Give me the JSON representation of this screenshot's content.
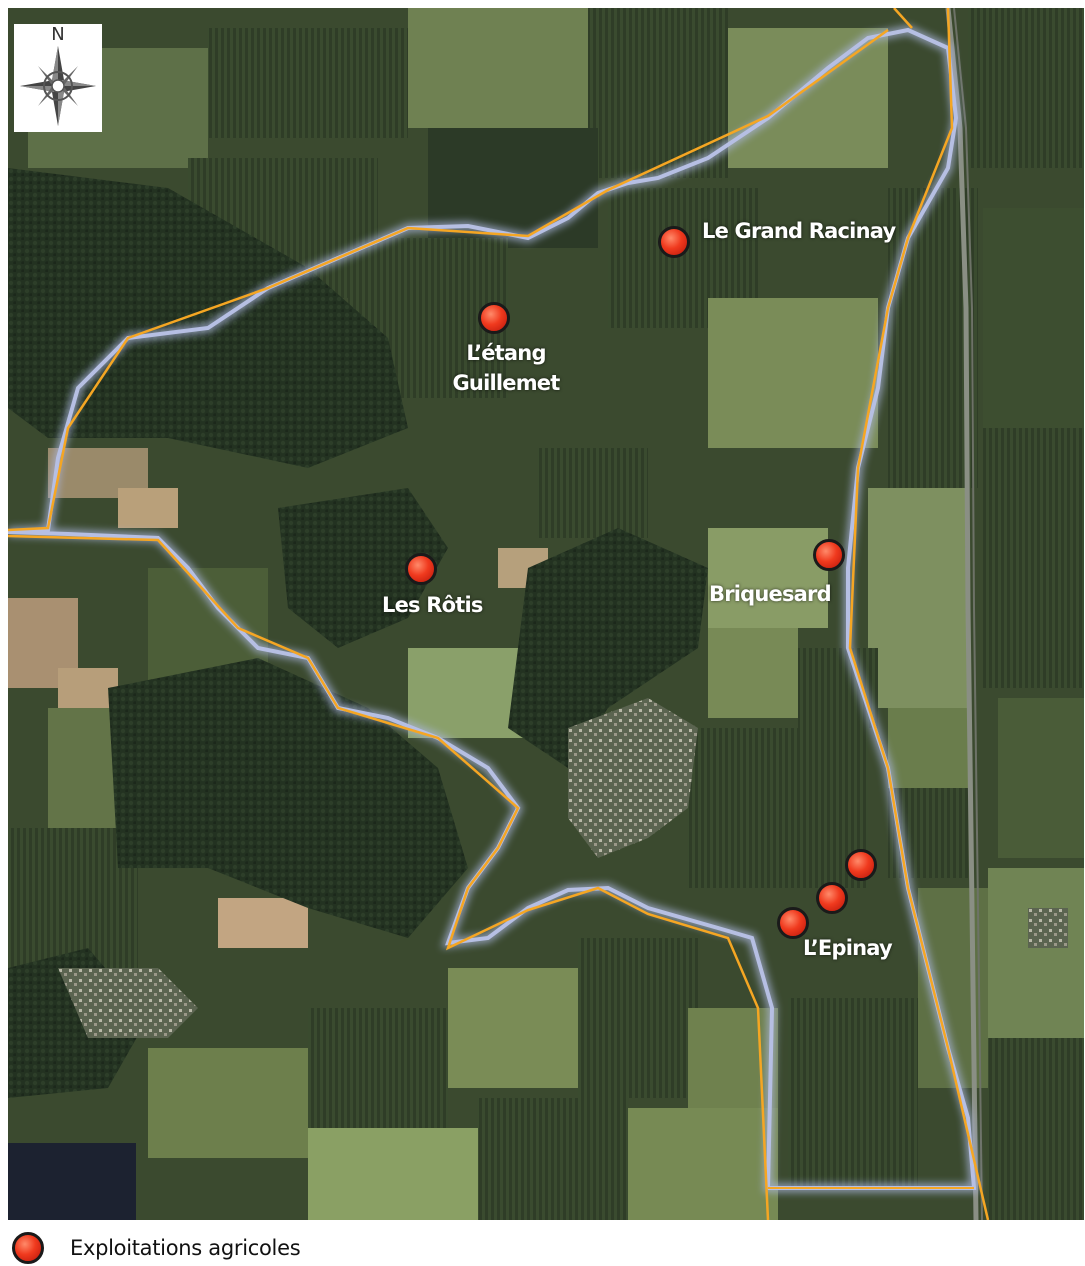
{
  "compass": {
    "north_label": "N",
    "icon": "compass-rose-icon"
  },
  "colors": {
    "boundary_orange": "#f5a623",
    "boundary_blue": "#a9b4dc",
    "marker_red": "#f03a1e",
    "marker_outline": "#1a1a1a",
    "label_text": "#ffffff"
  },
  "places": [
    {
      "name": "Le Grand Racinay",
      "farms": 1
    },
    {
      "name": "L’étang Guillemet",
      "line1": "L’étang",
      "line2": "Guillemet",
      "farms": 1
    },
    {
      "name": "Les Rôtis",
      "farms": 1
    },
    {
      "name": "Briquesard",
      "farms": 1
    },
    {
      "name": "L’Epinay",
      "farms": 3
    }
  ],
  "legend": {
    "label": "Exploitations agricoles",
    "icon": "farm-marker-icon"
  }
}
